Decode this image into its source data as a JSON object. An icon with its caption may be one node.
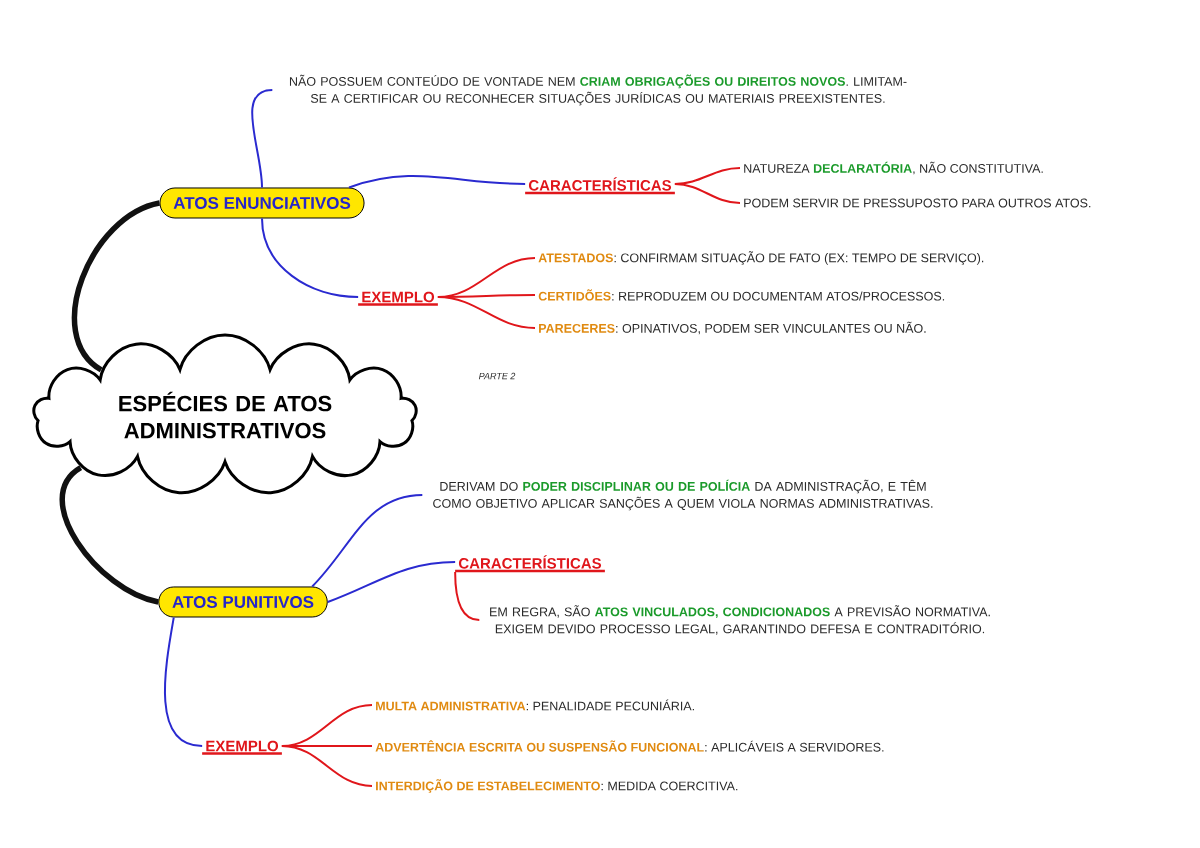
{
  "diagram": {
    "nodes": [
      {
        "text": [
          "ESPÉCIES DE ATOS ADMINISTRATIVOS"
        ]
      },
      {
        "text": [
          "ATOS ENUNCIATIVOS"
        ]
      },
      {
        "text": [
          "NÃO POSSUEM CONTEÚDO DE VONTADE NEM **CRIAM OBRIGAÇÕES OU DIREITOS NOVOS**. LIMITAM-SE A CERTIFICAR OU RECONHECER SITUAÇÕES JURÍDICAS OU MATERIAIS PREEXISTENTES."
        ]
      },
      {
        "text": [
          "CARACTERÍSTICAS"
        ]
      },
      {
        "text": [
          "NATUREZA **DECLARATÓRIA**, NÃO CONSTITUTIVA."
        ]
      },
      {
        "text": [
          "PODEM SERVIR DE PRESSUPOSTO PARA OUTROS ATOS."
        ]
      },
      {
        "text": [
          "EXEMPLO"
        ]
      },
      {
        "text": [
          "**ATESTADOS**: CONFIRMAM SITUAÇÃO DE FATO (EX: TEMPO DE SERVIÇO)."
        ]
      },
      {
        "text": [
          "**CERTIDÕES**: REPRODUZEM OU DOCUMENTAM ATOS/PROCESSOS."
        ]
      },
      {
        "text": [
          "**PARECERES**: OPINATIVOS, PODEM SER VINCULANTES OU NÃO."
        ]
      },
      {
        "text": [
          "ATOS PUNITIVOS"
        ]
      },
      {
        "text": [
          "DERIVAM DO **PODER DISCIPLINAR OU DE POLÍCIA** DA ADMINISTRAÇÃO, E TÊM COMO OBJETIVO APLICAR SANÇÕES A QUEM VIOLA NORMAS ADMINISTRATIVAS."
        ]
      },
      {
        "text": [
          "CARACTERÍSTICAS"
        ]
      },
      {
        "text": [
          "EM REGRA, SÃO **ATOS VINCULADOS, CONDICIONADOS** A PREVISÃO NORMATIVA. EXIGEM DEVIDO PROCESSO LEGAL, GARANTINDO DEFESA E CONTRADITÓRIO."
        ]
      },
      {
        "text": [
          "EXEMPLO"
        ]
      },
      {
        "text": [
          "**MULTA ADMINISTRATIVA**: PENALIDADE PECUNIÁRIA."
        ]
      },
      {
        "text": [
          "**ADVERTÊNCIA ESCRITA OU SUSPENSÃO FUNCIONAL**: APLICÁVEIS A SERVIDORES."
        ]
      },
      {
        "text": [
          "**INTERDIÇÃO DE ESTABELECIMENTO**: MEDIDA COERCITIVA."
        ]
      }
    ],
    "edges": [
      {
        "from": 0,
        "to": 1,
        "arrow": "none",
        "color": "#111111",
        "style": "thick"
      },
      {
        "from": 0,
        "to": 10,
        "arrow": "none",
        "color": "#111111",
        "style": "thick"
      },
      {
        "from": 1,
        "to": 2,
        "arrow": "none",
        "color": "#2a2ad0"
      },
      {
        "from": 1,
        "to": 3,
        "arrow": "none",
        "color": "#2a2ad0"
      },
      {
        "from": 1,
        "to": 6,
        "arrow": "none",
        "color": "#2a2ad0"
      },
      {
        "from": 3,
        "to": 4,
        "arrow": "none"
      },
      {
        "from": 3,
        "to": 5,
        "arrow": "none"
      },
      {
        "from": 6,
        "to": 7,
        "arrow": "none"
      },
      {
        "from": 6,
        "to": 8,
        "arrow": "none"
      },
      {
        "from": 6,
        "to": 9,
        "arrow": "none"
      },
      {
        "from": 10,
        "to": 11,
        "arrow": "none",
        "color": "#2a2ad0"
      },
      {
        "from": 10,
        "to": 12,
        "arrow": "none",
        "color": "#2a2ad0"
      },
      {
        "from": 10,
        "to": 14,
        "arrow": "none",
        "color": "#2a2ad0"
      },
      {
        "from": 12,
        "to": 13,
        "arrow": "none"
      },
      {
        "from": 14,
        "to": 15,
        "arrow": "none"
      },
      {
        "from": 14,
        "to": 16,
        "arrow": "none"
      },
      {
        "from": 14,
        "to": 17,
        "arrow": "none"
      }
    ],
    "labels": [
      "PARTE 2"
    ]
  }
}
